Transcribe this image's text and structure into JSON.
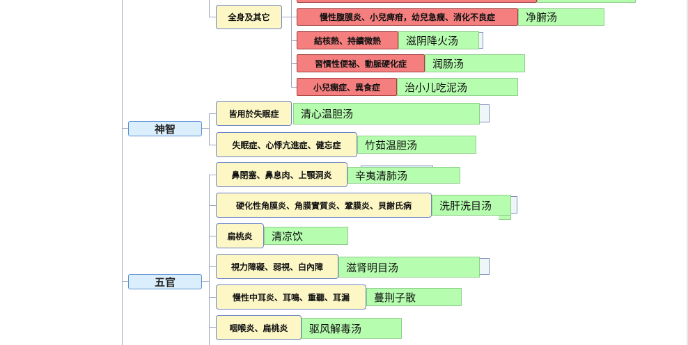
{
  "main_nodes": [
    "神智",
    "五官"
  ],
  "whole_body": {
    "label": "全身及其它",
    "items": [
      {
        "condition": "慢性腹膜炎、小兒痺疳，幼兒急癇、消化不良症",
        "formula": "净腑汤"
      },
      {
        "condition": "結核熱、持續微熱",
        "formula": "滋阴降火汤"
      },
      {
        "condition": "習慣性便祕、動脈硬化症",
        "formula": "润肠汤"
      },
      {
        "condition": "小兒癇症、異食症",
        "formula": "治小儿吃泥汤"
      }
    ]
  },
  "shenzhi": {
    "items": [
      {
        "condition": "皆用於失眠症",
        "formula": "清心温胆汤"
      },
      {
        "condition": "失眠症、心悸亢進症、健忘症",
        "formula": "竹茹温胆汤"
      }
    ]
  },
  "wuguan": {
    "items": [
      {
        "condition": "鼻閉塞、鼻息肉、上顎洞炎",
        "formula": "辛夷清肺汤"
      },
      {
        "condition": "硬化性角膜炎、角膜實質炎、鞏膜炎、貝謝氏病",
        "formula": "洗肝洗目汤"
      },
      {
        "condition": "扁桃炎",
        "formula": "清凉饮"
      },
      {
        "condition": "視力障礙、弱視、白內障",
        "formula": "滋肾明目汤"
      },
      {
        "condition": "慢性中耳炎、耳鳴、重聽、耳漏",
        "formula": "蔓荆子散"
      },
      {
        "condition": "咽喉炎、扁桃炎",
        "formula": "驱风解毒汤"
      }
    ]
  },
  "colors": {
    "main_node_fill": "#dbeefb",
    "category_fill": "#fdf7c6",
    "condition_red_fill": "#f57f7f",
    "formula_green_fill": "#b6fdaf"
  }
}
